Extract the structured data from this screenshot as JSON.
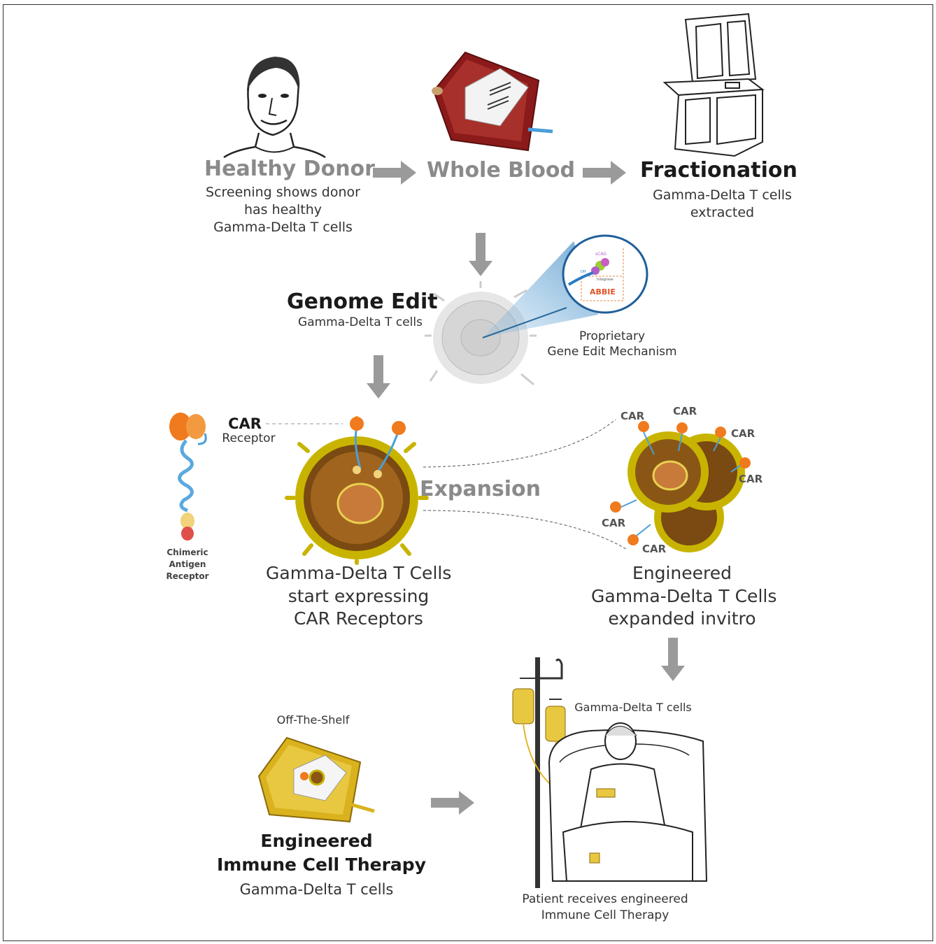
{
  "steps": {
    "donor": {
      "title": "Healthy Donor",
      "desc": [
        "Screening shows donor",
        "has healthy",
        "Gamma-Delta T cells"
      ]
    },
    "blood": {
      "title": "Whole Blood"
    },
    "fractionation": {
      "title": "Fractionation",
      "desc": [
        "Gamma-Delta T cells",
        "extracted"
      ]
    },
    "genome": {
      "title": "Genome Edit",
      "desc": "Gamma-Delta T cells"
    },
    "mechanism": {
      "desc": [
        "Proprietary",
        "Gene Edit Mechanism"
      ],
      "inset_labels": [
        "sCAG",
        "DH",
        "Integrase",
        "ABBIE"
      ]
    },
    "car_receptor": {
      "title": "CAR",
      "subtitle": "Receptor",
      "diagram_label": [
        "Chimeric",
        "Antigen",
        "Receptor"
      ]
    },
    "expressing": {
      "desc": [
        "Gamma-Delta T Cells",
        "start expressing",
        "CAR Receptors"
      ]
    },
    "expansion": {
      "title": "Expansion",
      "car_tags": [
        "CAR",
        "CAR",
        "CAR",
        "CAR",
        "CAR",
        "CAR"
      ]
    },
    "engineered": {
      "desc": [
        "Engineered",
        "Gamma-Delta T Cells",
        "expanded invitro"
      ]
    },
    "infusion": {
      "label": "Gamma-Delta T cells",
      "desc": [
        "Patient receives engineered",
        "Immune Cell Therapy"
      ]
    },
    "therapy": {
      "tag": "Off-The-Shelf",
      "title": [
        "Engineered",
        "Immune Cell Therapy"
      ],
      "desc": "Gamma-Delta T cells"
    }
  },
  "colors": {
    "arrow": "#9a9a9a",
    "blood": "#8b1a1a",
    "cell_fringe": "#c8b400",
    "cell_body": "#8a5a1a",
    "car_orange": "#f07a1e",
    "car_blue": "#4a9fd8",
    "bag_gold": "#d9b21e"
  }
}
